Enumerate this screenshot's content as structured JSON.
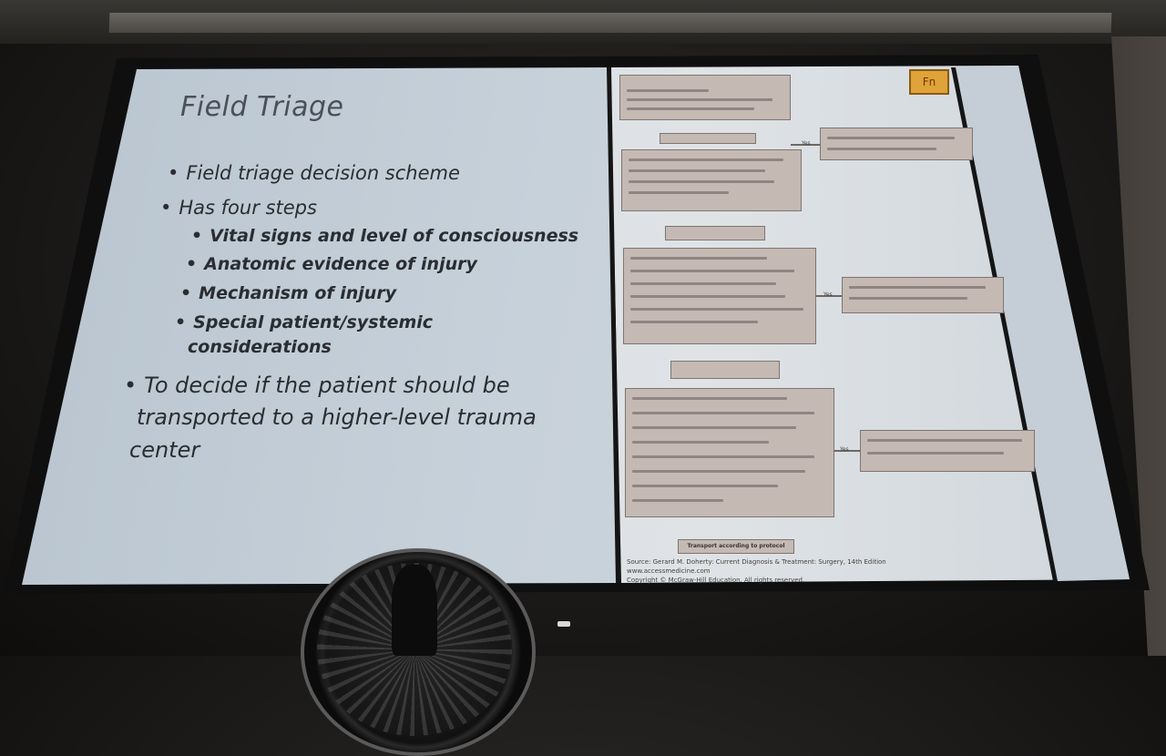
{
  "slide": {
    "title": "Field Triage",
    "bullets": [
      "Field triage decision scheme",
      "Has four steps"
    ],
    "sub_bullets": [
      "Vital signs and level of consciousness",
      "Anatomic evidence of injury",
      "Mechanism of injury",
      "Special patient/systemic",
      "considerations"
    ],
    "conclusion_lines": [
      "To decide if the patient should be",
      "transported to a higher-level trauma",
      "center"
    ],
    "bullet_char": "•"
  },
  "flowchart": {
    "badge": "Fn",
    "transport_label": "Transport according to protocol",
    "credit_lines": [
      "Source: Gerard M. Doherty: Current Diagnosis & Treatment: Surgery, 14th Edition",
      "www.accessmedicine.com",
      "Copyright © McGraw-Hill Education. All rights reserved."
    ],
    "yes_label": "Yes",
    "colors": {
      "box": "#c5b9b4",
      "badge": "#e0a33a"
    }
  }
}
